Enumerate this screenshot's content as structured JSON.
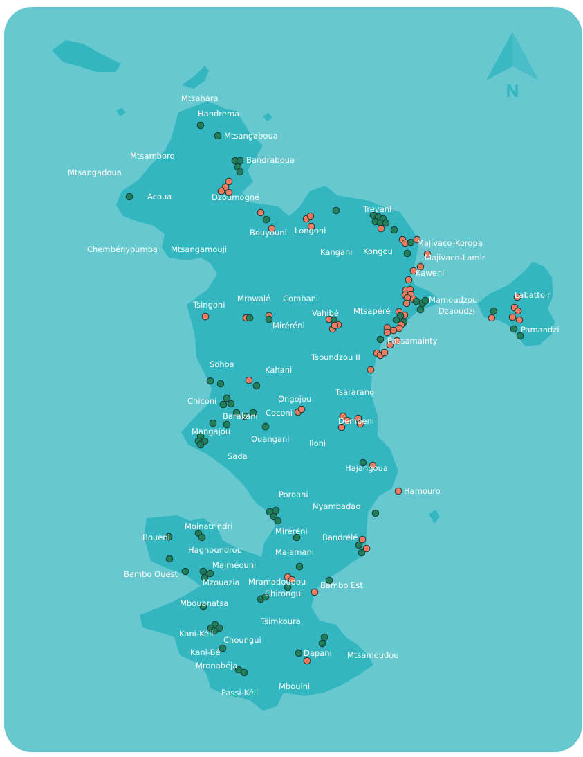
{
  "colors": {
    "sea": "#67c8d0",
    "land": "#33b6bf",
    "label": "#ffffff",
    "compass": "#33b6bf",
    "marker_green": "#1f7f5a",
    "marker_orange": "#ee7a62",
    "marker_outline": "#1c3a36"
  },
  "compass": {
    "icon": "north-arrow-icon",
    "letter": "N"
  },
  "labels": [
    {
      "id": "mtsahara",
      "text": "Mtsahara"
    },
    {
      "id": "handrema",
      "text": "Handrema"
    },
    {
      "id": "mtsangaboua",
      "text": "Mtsangaboua"
    },
    {
      "id": "mtsamboro",
      "text": "Mtsamboro"
    },
    {
      "id": "bandraboua",
      "text": "Bandraboua"
    },
    {
      "id": "mtsangadoua",
      "text": "Mtsangadoua"
    },
    {
      "id": "acoua",
      "text": "Acoua"
    },
    {
      "id": "dzoumogne",
      "text": "Dzoumogné"
    },
    {
      "id": "trevani",
      "text": "Trevani"
    },
    {
      "id": "bouyouni",
      "text": "Bouyouni"
    },
    {
      "id": "longoni",
      "text": "Longoni"
    },
    {
      "id": "chembenyoumba",
      "text": "Chembényoumba"
    },
    {
      "id": "mtsangamouji",
      "text": "Mtsangamouji"
    },
    {
      "id": "kangani",
      "text": "Kangani"
    },
    {
      "id": "kongou",
      "text": "Kongou"
    },
    {
      "id": "majivaco-koropa",
      "text": "Majivaco-Koropa"
    },
    {
      "id": "majivaco-lamir",
      "text": "Majivaco-Lamir"
    },
    {
      "id": "kaweni",
      "text": "Kaweni"
    },
    {
      "id": "labattoir",
      "text": "Labattoir"
    },
    {
      "id": "mamoudzou",
      "text": "Mamoudzou"
    },
    {
      "id": "dzaoudzi",
      "text": "Dzaoudzi"
    },
    {
      "id": "pamandzi",
      "text": "Pamandzi"
    },
    {
      "id": "tsingoni",
      "text": "Tsingoni"
    },
    {
      "id": "mrowale",
      "text": "Mrowalé"
    },
    {
      "id": "combani",
      "text": "Combani"
    },
    {
      "id": "vahibe",
      "text": "Vahibé"
    },
    {
      "id": "mtsapere",
      "text": "Mtsapéré"
    },
    {
      "id": "mirereni-n",
      "text": "Miréréni"
    },
    {
      "id": "passamainty",
      "text": "Passamainty"
    },
    {
      "id": "tsoundzou",
      "text": "Tsoundzou II"
    },
    {
      "id": "sohoa",
      "text": "Sohoa"
    },
    {
      "id": "kahani",
      "text": "Kahani"
    },
    {
      "id": "tsararano",
      "text": "Tsararano"
    },
    {
      "id": "chiconi",
      "text": "Chiconi"
    },
    {
      "id": "ongojou",
      "text": "Ongojou"
    },
    {
      "id": "coconi",
      "text": "Coconi"
    },
    {
      "id": "barakani",
      "text": "Barakani"
    },
    {
      "id": "dembeni",
      "text": "Dembeni"
    },
    {
      "id": "mangajou",
      "text": "Mangajou"
    },
    {
      "id": "ouangani",
      "text": "Ouangani"
    },
    {
      "id": "iloni",
      "text": "Iloni"
    },
    {
      "id": "sada",
      "text": "Sada"
    },
    {
      "id": "hajangoua",
      "text": "Hajangoua"
    },
    {
      "id": "hamouro",
      "text": "Hamouro"
    },
    {
      "id": "poroani",
      "text": "Poroani"
    },
    {
      "id": "nyambadao",
      "text": "Nyambadao"
    },
    {
      "id": "moinatrindri",
      "text": "Moinatrindri"
    },
    {
      "id": "boueni",
      "text": "Boueni"
    },
    {
      "id": "mirereni-s",
      "text": "Miréréni"
    },
    {
      "id": "bandrele",
      "text": "Bandrélé"
    },
    {
      "id": "hagnoundrou",
      "text": "Hagnoundrou"
    },
    {
      "id": "malamani",
      "text": "Malamani"
    },
    {
      "id": "bambo-ouest",
      "text": "Bambo Ouest"
    },
    {
      "id": "majimeouni",
      "text": "Majméouni"
    },
    {
      "id": "mzouazia",
      "text": "Mzouazia"
    },
    {
      "id": "mramadoudou",
      "text": "Mramadoudou"
    },
    {
      "id": "bambo-est",
      "text": "Bambo Est"
    },
    {
      "id": "chirongui",
      "text": "Chirongui"
    },
    {
      "id": "mbouanatsa",
      "text": "Mbouanatsa"
    },
    {
      "id": "tsimkoura",
      "text": "Tsimkoura"
    },
    {
      "id": "kani-keli",
      "text": "Kani-Kéli"
    },
    {
      "id": "choungui",
      "text": "Choungui"
    },
    {
      "id": "kani-be",
      "text": "Kani-Bé"
    },
    {
      "id": "dapani",
      "text": "Dapani"
    },
    {
      "id": "mtsamoudou",
      "text": "Mtsamoudou"
    },
    {
      "id": "mronabeja",
      "text": "Mronabéja"
    },
    {
      "id": "mbouini",
      "text": "Mbouini"
    },
    {
      "id": "passi-keli",
      "text": "Passi-Kéli"
    }
  ]
}
